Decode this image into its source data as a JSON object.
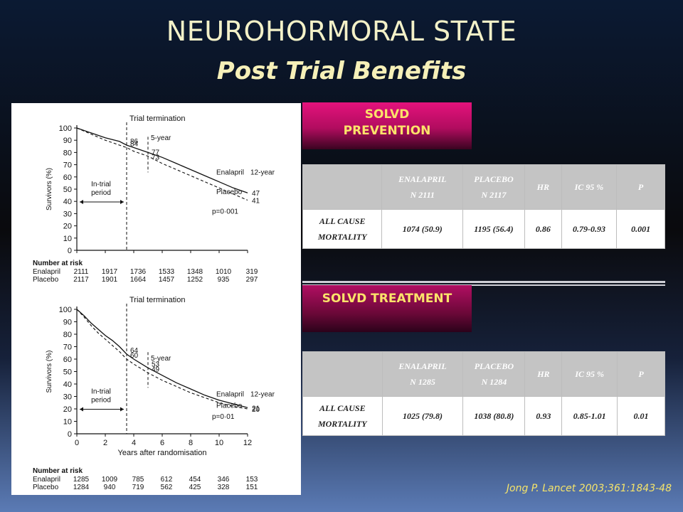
{
  "title": "NEUROHORMORAL STATE",
  "subtitle": "Post Trial Benefits",
  "citation": "Jong P. Lancet 2003;361:1843-48",
  "colors": {
    "accent_text": "#fbe36a",
    "badge_pink": "#e4127c"
  },
  "prevention": {
    "badge_lines": [
      "SOLVD",
      "PREVENTION"
    ],
    "headers": [
      "",
      "ENALAPRIL|N 2111",
      "PLACEBO|N 2117",
      "HR",
      "IC 95 %",
      "P"
    ],
    "rows": [
      [
        "ALL CAUSE|MORTALITY",
        "1074 (50.9)",
        "1195 (56.4)",
        "0.86",
        "0.79-0.93",
        "0.001"
      ]
    ]
  },
  "treatment": {
    "badge": "SOLVD TREATMENT",
    "headers": [
      "",
      "ENALAPRIL|N 1285",
      "PLACEBO|N 1284",
      "HR",
      "IC 95 %",
      "P"
    ],
    "rows": [
      [
        "ALL CAUSE|MORTALITY",
        "1025 (79.8)",
        "1038 (80.8)",
        "0.93",
        "0.85-1.01",
        "0.01"
      ]
    ]
  },
  "chart_data": [
    {
      "type": "line",
      "title": "Trial termination",
      "ylabel": "Survivors (%)",
      "xlabel": "",
      "xlim": [
        0,
        12
      ],
      "ylim": [
        0,
        100
      ],
      "yticks": [
        0,
        10,
        20,
        30,
        40,
        50,
        60,
        70,
        80,
        90,
        100
      ],
      "series": [
        {
          "name": "Enalapril",
          "x": [
            0,
            1,
            2,
            3,
            3.5,
            4,
            5,
            6,
            7,
            8,
            9,
            10,
            11,
            12
          ],
          "y": [
            100,
            96,
            92,
            89,
            86,
            84,
            80,
            76,
            71,
            66,
            61,
            56,
            51,
            47
          ]
        },
        {
          "name": "Placebo",
          "x": [
            0,
            1,
            2,
            3,
            3.5,
            4,
            5,
            6,
            7,
            8,
            9,
            10,
            11,
            12
          ],
          "y": [
            100,
            95,
            90,
            86,
            84,
            81,
            77,
            71,
            66,
            61,
            56,
            51,
            46,
            41
          ]
        }
      ],
      "annotations": [
        {
          "text": "86",
          "x": 3.5,
          "y": 86
        },
        {
          "text": "84",
          "x": 3.5,
          "y": 84
        },
        {
          "text": "77",
          "x": 5,
          "y": 77
        },
        {
          "text": "73",
          "x": 5,
          "y": 73
        },
        {
          "text": "47",
          "x": 12,
          "y": 47
        },
        {
          "text": "41",
          "x": 12,
          "y": 41
        },
        {
          "text": "5-year",
          "x": 5,
          "y": 90
        },
        {
          "text": "12-year",
          "x": 12,
          "y": 62
        },
        {
          "text": "Enalapril",
          "x": 10,
          "y": 62
        },
        {
          "text": "Placebo",
          "x": 10,
          "y": 46
        },
        {
          "text": "p=0·001",
          "x": 9.5,
          "y": 30
        },
        {
          "text": "In-trial period",
          "x": 1.7,
          "y": 50
        }
      ],
      "trial_termination_x": 3.5,
      "five_year_x": 5,
      "risk_table": {
        "label": "Number at risk",
        "rows": [
          {
            "name": "Enalapril",
            "values": [
              "2111",
              "1917",
              "1736",
              "1533",
              "1348",
              "1010",
              "319"
            ]
          },
          {
            "name": "Placebo",
            "values": [
              "2117",
              "1901",
              "1664",
              "1457",
              "1252",
              "935",
              "297"
            ]
          }
        ]
      }
    },
    {
      "type": "line",
      "title": "Trial termination",
      "ylabel": "Survivors (%)",
      "xlabel": "Years after randomisation",
      "xlim": [
        0,
        12
      ],
      "ylim": [
        0,
        100
      ],
      "xticks": [
        0,
        2,
        4,
        6,
        8,
        10,
        12
      ],
      "yticks": [
        0,
        10,
        20,
        30,
        40,
        50,
        60,
        70,
        80,
        90,
        100
      ],
      "series": [
        {
          "name": "Enalapril",
          "x": [
            0,
            0.5,
            1,
            1.5,
            2,
            2.5,
            3,
            3.5,
            4,
            5,
            6,
            7,
            8,
            9,
            10,
            11,
            12
          ],
          "y": [
            100,
            95,
            89,
            84,
            79,
            75,
            70,
            64,
            60,
            53,
            47,
            41,
            36,
            31,
            27,
            24,
            21
          ]
        },
        {
          "name": "Placebo",
          "x": [
            0,
            0.5,
            1,
            1.5,
            2,
            2.5,
            3,
            3.5,
            4,
            5,
            6,
            7,
            8,
            9,
            10,
            11,
            12
          ],
          "y": [
            100,
            94,
            87,
            81,
            76,
            71,
            66,
            60,
            56,
            49,
            43,
            38,
            33,
            29,
            25,
            22,
            20
          ]
        }
      ],
      "annotations": [
        {
          "text": "64",
          "x": 3.5,
          "y": 64
        },
        {
          "text": "60",
          "x": 3.5,
          "y": 60
        },
        {
          "text": "53",
          "x": 5,
          "y": 53
        },
        {
          "text": "49",
          "x": 5,
          "y": 49
        },
        {
          "text": "21",
          "x": 12,
          "y": 21
        },
        {
          "text": "20",
          "x": 12,
          "y": 20
        },
        {
          "text": "5-year",
          "x": 5,
          "y": 59
        },
        {
          "text": "12-year",
          "x": 12,
          "y": 30
        },
        {
          "text": "Enalapril",
          "x": 10,
          "y": 30
        },
        {
          "text": "Placebo",
          "x": 10,
          "y": 21
        },
        {
          "text": "p=0·01",
          "x": 9.5,
          "y": 12
        },
        {
          "text": "In-trial period",
          "x": 1.7,
          "y": 30
        }
      ],
      "trial_termination_x": 3.5,
      "five_year_x": 5,
      "risk_table": {
        "label": "Number at risk",
        "rows": [
          {
            "name": "Enalapril",
            "values": [
              "1285",
              "1009",
              "785",
              "612",
              "454",
              "346",
              "153"
            ]
          },
          {
            "name": "Placebo",
            "values": [
              "1284",
              "940",
              "719",
              "562",
              "425",
              "328",
              "151"
            ]
          }
        ]
      }
    }
  ]
}
